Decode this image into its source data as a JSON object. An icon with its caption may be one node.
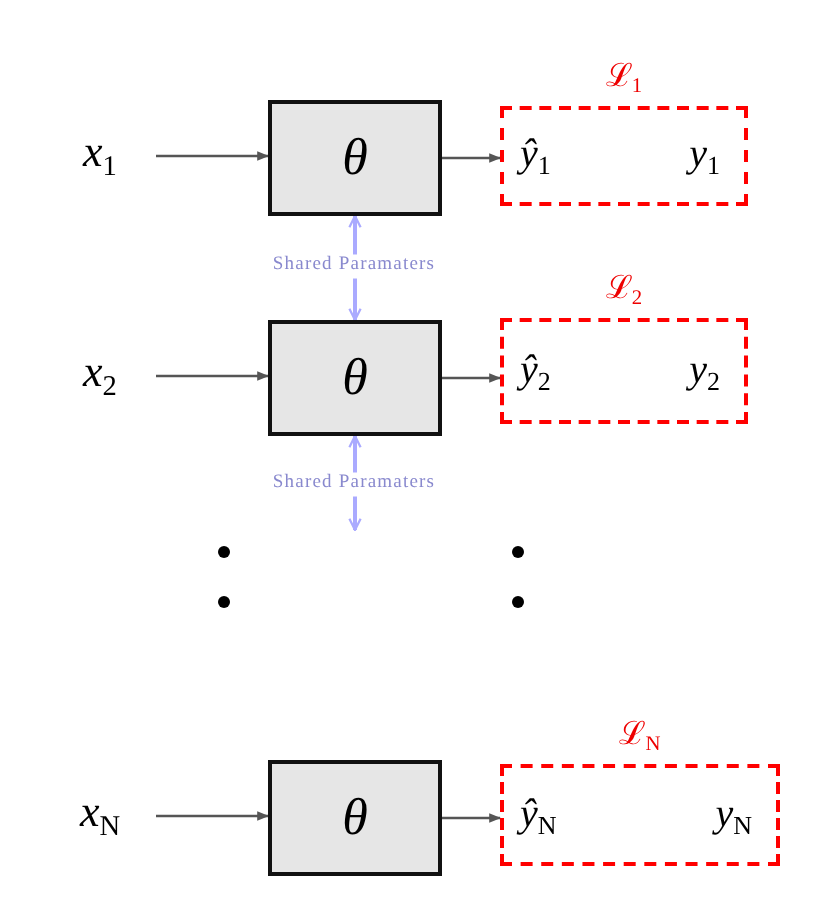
{
  "diagram": {
    "nodes": [
      {
        "text": [
          "*x*$_{1}$"
        ]
      },
      {
        "text": [
          "θ"
        ]
      },
      {
        "text": [
          "ℒ$_{1}$",
          "*ŷ*$_{1}$",
          "*y*$_{1}$"
        ]
      },
      {
        "text": [
          "*x*$_{2}$"
        ]
      },
      {
        "text": [
          "θ"
        ]
      },
      {
        "text": [
          "ℒ$_{2}$",
          "*ŷ*$_{2}$",
          "*y*$_{2}$"
        ]
      },
      {
        "text": [
          "*x*$_{N}$"
        ]
      },
      {
        "text": [
          "θ"
        ]
      },
      {
        "text": [
          "ℒ$_{N}$",
          "*ŷ*$_{N}$",
          "*y*$_{N}$"
        ]
      }
    ],
    "edges": [
      {
        "from": 0,
        "to": 1,
        "arrow": "to"
      },
      {
        "from": 1,
        "to": 2,
        "arrow": "to"
      },
      {
        "from": 1,
        "to": 4,
        "arrow": "both",
        "label": "Shared Paramaters",
        "color": "#aaaaff"
      },
      {
        "from": 3,
        "to": 4,
        "arrow": "to"
      },
      {
        "from": 4,
        "to": 5,
        "arrow": "to"
      },
      {
        "from": 4,
        "to": null,
        "arrow": "both",
        "label": "Shared Paramaters",
        "color": "#aaaaff"
      },
      {
        "from": 6,
        "to": 7,
        "arrow": "to"
      },
      {
        "from": 7,
        "to": 8,
        "arrow": "to"
      }
    ]
  }
}
